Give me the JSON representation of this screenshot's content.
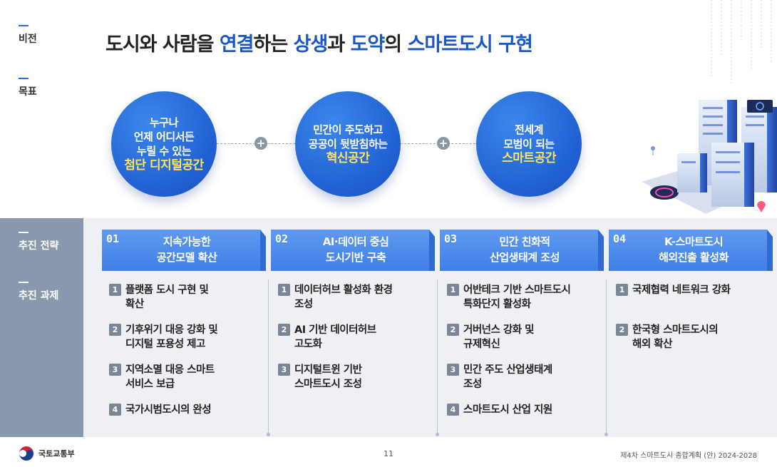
{
  "labels": {
    "vision": "비전",
    "goal": "목표",
    "strategy": "추진 전략",
    "tasks": "추진 과제"
  },
  "title": {
    "p1": "도시와 사람을 ",
    "h1": "연결",
    "p2": "하는 ",
    "h2": "상생",
    "p3": "과 ",
    "h3": "도약",
    "p4": "의 ",
    "h4": "스마트도시",
    "p5": " ",
    "h5": "구현"
  },
  "goals": [
    {
      "lines": [
        "누구나",
        "언제 어디서든",
        "누릴 수 있는"
      ],
      "accent": "첨단 디지털공간"
    },
    {
      "lines": [
        "민간이 주도하고",
        "공공이 뒷받침하는"
      ],
      "accent": "혁신공간"
    },
    {
      "lines": [
        "전세계",
        "모범이 되는"
      ],
      "accent": "스마트공간"
    }
  ],
  "plus_symbol": "+",
  "strategies": [
    {
      "num": "01",
      "line1": "지속가능한",
      "line2": "공간모델 확산"
    },
    {
      "num": "02",
      "line1": "AI·데이터 중심",
      "line2": "도시기반 구축"
    },
    {
      "num": "03",
      "line1": "민간 친화적",
      "line2": "산업생태계 조성"
    },
    {
      "num": "04",
      "line1": "K-스마트도시",
      "line2": "해외진출 활성화"
    }
  ],
  "tasks": [
    [
      {
        "n": "1",
        "l1": "플랫폼 도시 구현 및",
        "l2": "확산"
      },
      {
        "n": "2",
        "l1": "기후위기 대응 강화 및",
        "l2": "디지털 포용성 제고"
      },
      {
        "n": "3",
        "l1": "지역소멸 대응 스마트",
        "l2": "서비스 보급"
      },
      {
        "n": "4",
        "l1": "국가시범도시의 완성",
        "l2": ""
      }
    ],
    [
      {
        "n": "1",
        "l1": "데이터허브 활성화 환경",
        "l2": "조성"
      },
      {
        "n": "2",
        "l1": "AI 기반 데이터허브",
        "l2": "고도화"
      },
      {
        "n": "3",
        "l1": "디지털트윈 기반",
        "l2": "스마트도시 조성"
      }
    ],
    [
      {
        "n": "1",
        "l1": "어반테크 기반 스마트도시",
        "l2": "특화단지 활성화"
      },
      {
        "n": "2",
        "l1": "거버넌스 강화 및",
        "l2": "규제혁신"
      },
      {
        "n": "3",
        "l1": "민간 주도 산업생태계",
        "l2": "조성"
      },
      {
        "n": "4",
        "l1": "스마트도시 산업 지원",
        "l2": ""
      }
    ],
    [
      {
        "n": "1",
        "l1": "국제협력 네트워크 강화",
        "l2": ""
      },
      {
        "n": "2",
        "l1": "한국형 스마트도시의",
        "l2": "해외 확산"
      }
    ]
  ],
  "footer": {
    "org": "국토교통부",
    "page": "11",
    "doc": "제4차 스마트도시 종합계획 (안) 2024-2028"
  },
  "colors": {
    "accent_blue": "#1a56c4",
    "circle_blue": "#1f5fd0",
    "highlight_yellow": "#ffe45a",
    "header_blue": "#4f8deb"
  }
}
